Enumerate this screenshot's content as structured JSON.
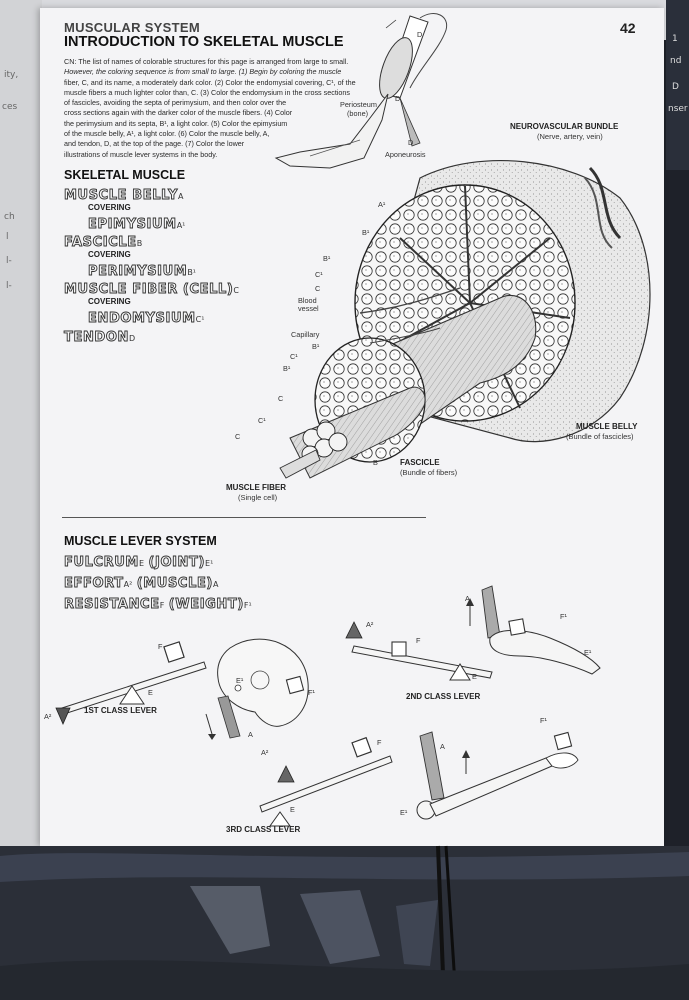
{
  "page": {
    "section": "MUSCULAR SYSTEM",
    "title": "INTRODUCTION TO SKELETAL MUSCLE",
    "page_number": "42",
    "instructions_lines": [
      "CN: The list of names of colorable structures for this page is arranged from large to small.",
      "However, the coloring sequence is from small to large. (1) Begin by coloring the muscle",
      "fiber, C, and its name, a moderately dark color. (2) Color the endomysial covering, C¹, of the",
      "muscle fibers a much lighter color than, C. (3) Color the endomysium in the cross sections",
      "of fascicles, avoiding the septa of perimysium, and then color over the",
      "cross sections again with the darker color of the muscle fibers. (4) Color",
      "the perimysium and its septa, B¹, a light color. (5) Color the epimysium",
      "of the muscle belly, A¹, a light color. (6) Color the muscle belly, A,",
      "and tendon, D, at the top of the page. (7) Color the lower",
      "illustrations of muscle lever systems in the body."
    ]
  },
  "skeletal": {
    "header": "SKELETAL MUSCLE",
    "muscle_belly": "MUSCLE BELLY",
    "muscle_belly_sub": "A",
    "covering1": "COVERING",
    "epimysium": "EPIMYSIUM",
    "epimysium_sub": "A¹",
    "fascicle": "FASCICLE",
    "fascicle_sub": "B",
    "covering2": "COVERING",
    "perimysium": "PERIMYSIUM",
    "perimysium_sub": "B¹",
    "muscle_fiber": "MUSCLE FIBER (CELL)",
    "muscle_fiber_sub": "C",
    "covering3": "COVERING",
    "endomysium": "ENDOMYSIUM",
    "endomysium_sub": "C¹",
    "tendon": "TENDON",
    "tendon_sub": "D"
  },
  "diagram": {
    "periosteum": "Periosteum",
    "bone": "(bone)",
    "aponeurosis": "Aponeurosis",
    "neurovascular": "NEUROVASCULAR BUNDLE",
    "neurovascular_sub": "(Nerve, artery, vein)",
    "blood_vessel_1": "Blood",
    "blood_vessel_2": "vessel",
    "capillary": "Capillary",
    "muscle_belly": "MUSCLE BELLY",
    "muscle_belly_sub": "(Bundle of fascicles)",
    "fascicle": "FASCICLE",
    "fascicle_sub": "(Bundle of fibers)",
    "muscle_fiber": "MUSCLE FIBER",
    "muscle_fiber_sub": "(Single cell)",
    "letters": {
      "D": "D",
      "A1": "A¹",
      "B1": "B¹",
      "C1": "C¹",
      "C": "C",
      "B": "B",
      "A": "A"
    }
  },
  "lever": {
    "header": "MUSCLE LEVER SYSTEM",
    "fulcrum": "FULCRUM",
    "fulcrum_sub": "E",
    "joint": "(JOINT)",
    "joint_sub": "E¹",
    "effort": "EFFORT",
    "effort_sub": "A²",
    "muscle": "(MUSCLE)",
    "muscle_sub": "A",
    "resistance": "RESISTANCE",
    "resistance_sub": "F",
    "weight": "(WEIGHT)",
    "weight_sub": "F¹",
    "first_class": "1ST CLASS LEVER",
    "second_class": "2ND CLASS LEVER",
    "third_class": "3RD CLASS LEVER",
    "letters": {
      "F": "F",
      "F1": "F¹",
      "E": "E",
      "E1": "E¹",
      "A": "A",
      "A2": "A²"
    }
  },
  "margin": {
    "left_fragments": [
      "ity,",
      "ces",
      "ch",
      "l",
      "l-",
      "l-"
    ],
    "right_fragments": [
      "1",
      "nd",
      "D",
      "nser"
    ]
  }
}
